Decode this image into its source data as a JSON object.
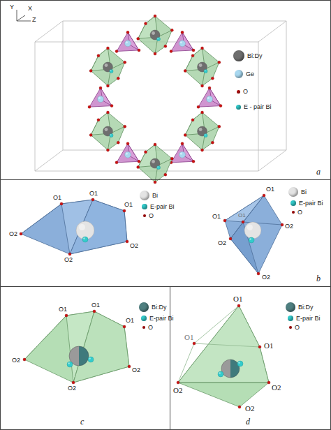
{
  "diagram": {
    "nodes": [
      {
        "text": [
          "a"
        ]
      },
      {
        "text": [
          "b"
        ]
      },
      {
        "text": [
          "c"
        ]
      },
      {
        "text": [
          "d"
        ]
      }
    ],
    "labels": [
      "Y",
      "X",
      "Z",
      "O1",
      "O1",
      "O1",
      "O2",
      "O2",
      "O2",
      "O1",
      "O1",
      "O1",
      "O2",
      "O2",
      "O2",
      "O1",
      "O1",
      "O1",
      "O2",
      "O2",
      "O2",
      "O1",
      "O1",
      "O1",
      "O2",
      "O2",
      "O2"
    ],
    "legend": [
      {
        "text": "Bi:Dy",
        "color": "#6e6e6e"
      },
      {
        "text": "Ge",
        "color": "#a8d8f0"
      },
      {
        "text": "O",
        "color": "#cc1111"
      },
      {
        "text": "E - pair Bi",
        "color": "#33cccc"
      },
      {
        "text": "Bi",
        "color": "#e4e4e4"
      },
      {
        "text": "E-pair Bi",
        "color": "#33cccc"
      },
      {
        "text": "O",
        "color": "#cc1111"
      },
      {
        "text": "Bi",
        "color": "#e4e4e4"
      },
      {
        "text": "E-pair Bi",
        "color": "#33cccc"
      },
      {
        "text": "O",
        "color": "#cc1111"
      },
      {
        "text": "Bi:Dy",
        "color": "#4f7f80"
      },
      {
        "text": "E-pair Bi",
        "color": "#33cccc"
      },
      {
        "text": "O",
        "color": "#cc1111"
      },
      {
        "text": "Bi:Dy",
        "color": "#4f7f80"
      },
      {
        "text": "E-pair Bi",
        "color": "#33cccc"
      },
      {
        "text": "O",
        "color": "#cc1111"
      }
    ]
  }
}
